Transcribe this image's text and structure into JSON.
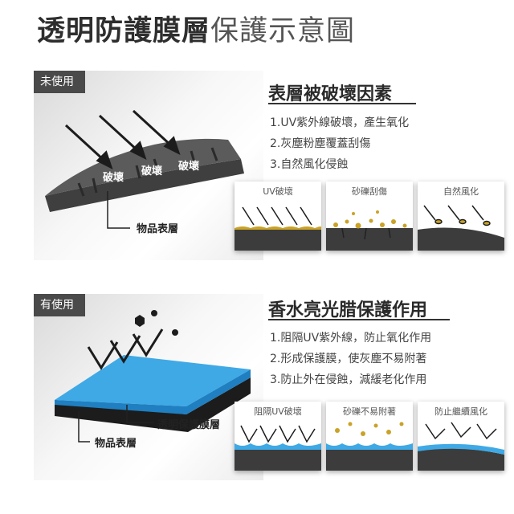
{
  "title": {
    "bold": "透明防護膜層",
    "light": "保護示意圖"
  },
  "unused": {
    "tag": "未使用",
    "damage_labels": [
      "破壞",
      "破壞",
      "破壞"
    ],
    "item_layer_label": "物品表層",
    "heading": "表層被破壞因素",
    "points": [
      "1.UV紫外線破壞，產生氧化",
      "2.灰塵粉塵覆蓋刮傷",
      "3.自然風化侵蝕"
    ],
    "cards": [
      "UV破壞",
      "砂礫刮傷",
      "自然風化"
    ]
  },
  "used": {
    "tag": "有使用",
    "film_label": "透明保護膜層",
    "item_layer_label": "物品表層",
    "heading": "香水亮光腊保護作用",
    "points": [
      "1.阻隔UV紫外線，防止氧化作用",
      "2.形成保護膜，使灰塵不易附著",
      "3.防止外在侵蝕，減緩老化作用"
    ],
    "cards": [
      "阻隔UV破壞",
      "砂礫不易附著",
      "防止繼續風化"
    ]
  },
  "colors": {
    "surface": "#5b5b5b",
    "film": "#3fa9e6",
    "debris": "#c9a227",
    "dark": "#222222"
  }
}
